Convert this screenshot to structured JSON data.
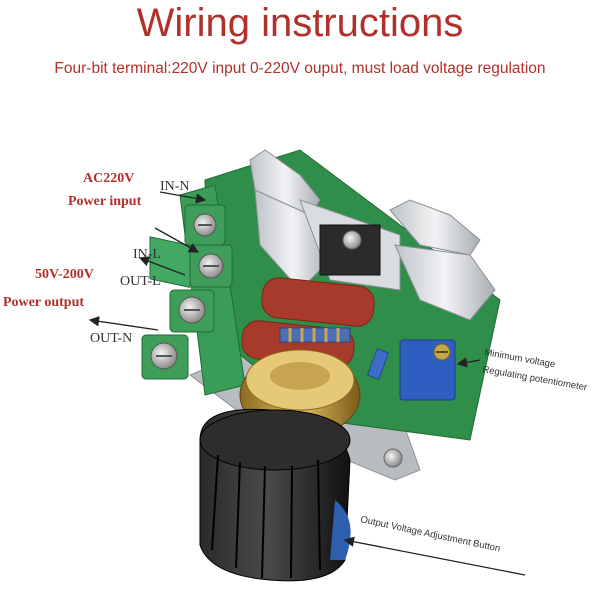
{
  "title": "Wiring instructions",
  "subtitle": "Four-bit terminal:220V input 0-220V ouput, must load voltage regulation",
  "labels": {
    "ac220v": "AC220V",
    "power_input": "Power input",
    "in_n": "IN-N",
    "in_l": "IN-L",
    "v_range": "50V-200V",
    "power_output": "Power output",
    "out_l": "OUT-L",
    "out_n": "OUT-N",
    "min_voltage_line1": "Minimum voltage",
    "min_voltage_line2": "Regulating potentiometer",
    "adjust_button": "Output Voltage Adjustment Button"
  },
  "colors": {
    "title": "#b0312b",
    "pcb": "#2f8f4a",
    "terminal": "#3a9d57",
    "capacitor": "#a83a2c",
    "knob": "#1b1b1b",
    "pot": "#2e5fc0"
  }
}
